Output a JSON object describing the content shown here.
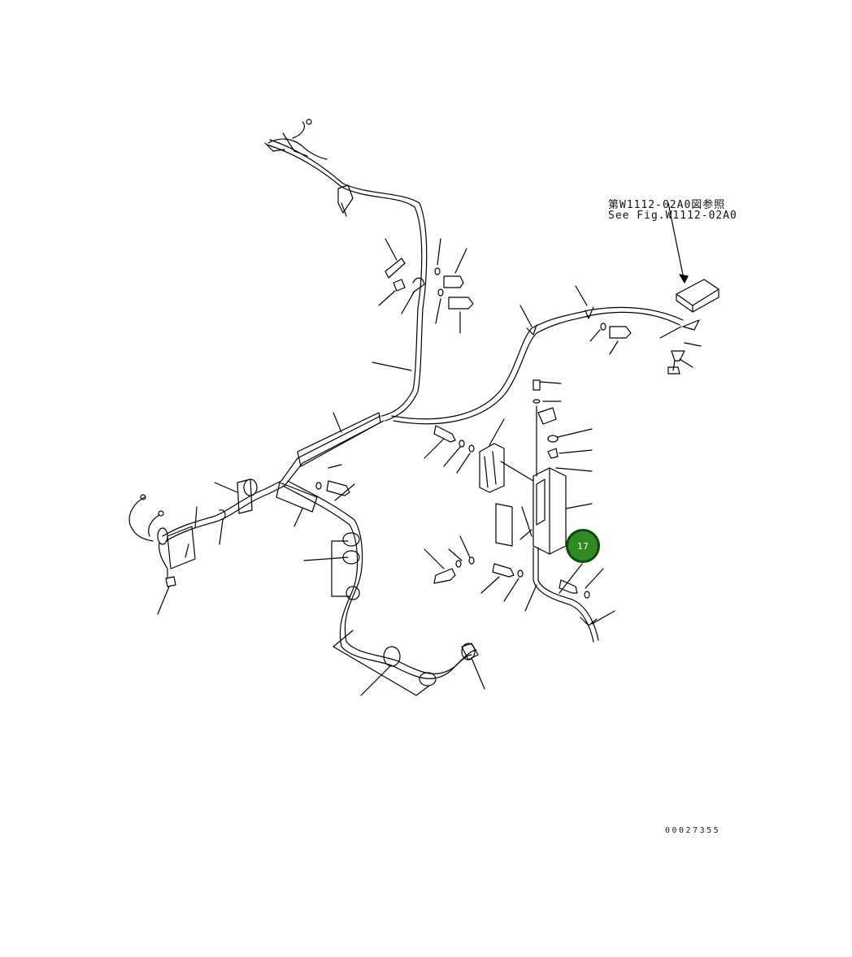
{
  "reference": {
    "line_jp": "第W1112-02A0図参照",
    "line_en": "See Fig.W1112-02A0"
  },
  "callout": {
    "label": "17",
    "color": "#2f8a23",
    "border_color": "#0f4a0c"
  },
  "drawing_number": "00027355"
}
